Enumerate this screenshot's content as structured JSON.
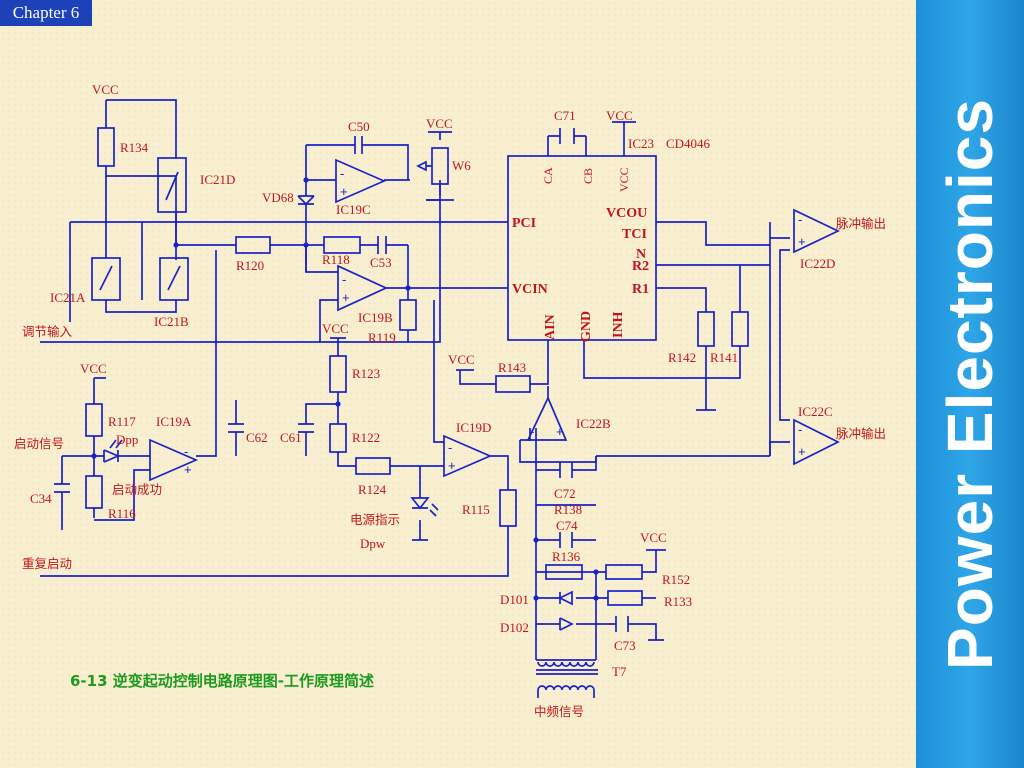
{
  "slide": {
    "chapter": "Chapter 6",
    "side_title": "Power Electronics",
    "caption": "6-13 逆变起动控制电路原理图-工作原理简述"
  },
  "colors": {
    "wire": "#1a23c8",
    "label": "#c4141b",
    "caption": "#1e9a1e",
    "chapter_tab": "#1d41b8",
    "side_band": "#2fa6e8",
    "background": "#f7efd0"
  },
  "labels": {
    "vcc": "VCC",
    "r134": "R134",
    "ic21d": "IC21D",
    "ic21a": "IC21A",
    "ic21b": "IC21B",
    "tiaojie": "调节输入",
    "c50": "C50",
    "vcc_w6": "VCC",
    "w6": "W6",
    "vd68": "VD68",
    "ic19c": "IC19C",
    "r120": "R120",
    "r118": "R118",
    "c53": "C53",
    "ic19b": "IC19B",
    "r119": "R119",
    "vcc_r123": "VCC",
    "r123": "R123",
    "r122": "R122",
    "vcc_left": "VCC",
    "r117": "R117",
    "ic19a": "IC19A",
    "dpp": "Dpp",
    "qidong": "启动信号",
    "c34": "C34",
    "r116": "R116",
    "chenggong": "启动成功",
    "c62": "C62",
    "c61": "C61",
    "r124": "R124",
    "ic19d": "IC19D",
    "dianyuan": "电源指示",
    "dpw": "Dpw",
    "r115": "R115",
    "chongfu": "重复启动",
    "c71": "C71",
    "vcc_ic23": "VCC",
    "ic23": "IC23",
    "cd4046": "CD4046",
    "pin_ca": "CA",
    "pin_cb": "CB",
    "pin_vcc": "VCC",
    "pin_pci": "PCI",
    "pin_vcou": "VCOU",
    "pin_tci": "TCI",
    "pin_n": "N",
    "pin_r2": "R2",
    "pin_r1": "R1",
    "pin_vcin": "VCIN",
    "pin_ain": "AIN",
    "pin_gnd": "GND",
    "pin_inh": "INH",
    "r142": "R142",
    "r141": "R141",
    "vcc_r143": "VCC",
    "r143": "R143",
    "ic22b": "IC22B",
    "ic22d": "IC22D",
    "ic22c": "IC22C",
    "maichong1": "脉冲输出",
    "maichong2": "脉冲输出",
    "c72": "C72",
    "r138": "R138",
    "c74": "C74",
    "r136": "R136",
    "vcc_r152": "VCC",
    "r152": "R152",
    "r133": "R133",
    "d101": "D101",
    "d102": "D102",
    "c73": "C73",
    "t7": "T7",
    "zhongpin": "中频信号"
  }
}
